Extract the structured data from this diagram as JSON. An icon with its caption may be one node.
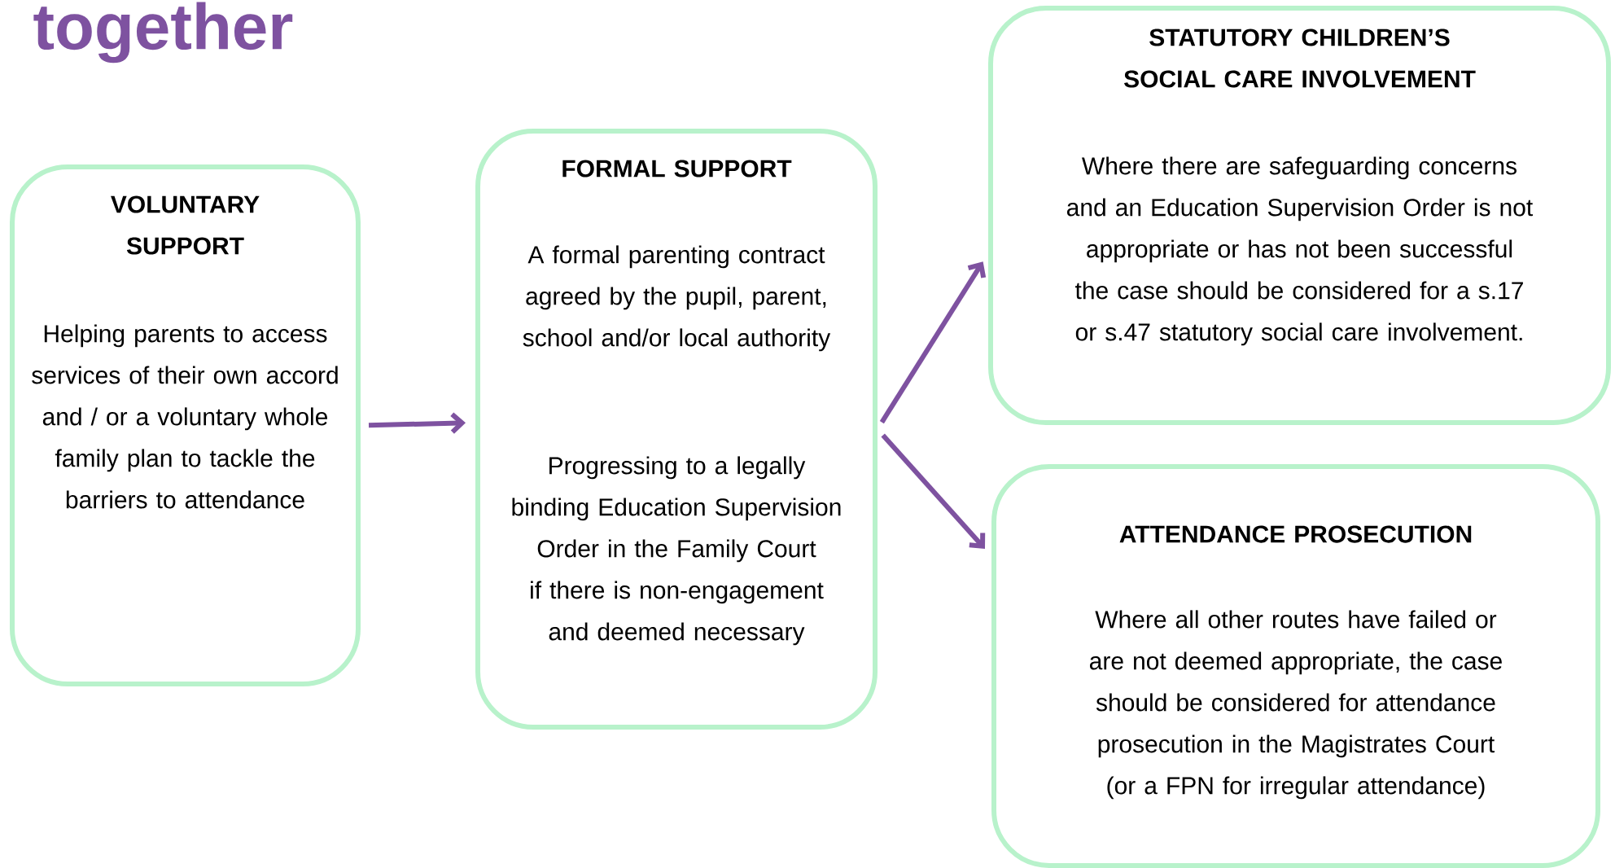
{
  "diagram": {
    "title": "together",
    "nodes": [
      {
        "text": [
          "VOLUNTARY SUPPORT",
          "Helping parents to access services of their own accord and / or a voluntary whole family plan to tackle the barriers to attendance"
        ]
      },
      {
        "text": [
          "FORMAL SUPPORT",
          "A formal parenting contract agreed by the pupil, parent, school and/or local authority",
          "Progressing to a legally binding Education Supervision Order in the Family Court if there is non-engagement and deemed necessary"
        ]
      },
      {
        "text": [
          "STATUTORY CHILDREN’S SOCIAL CARE INVOLVEMENT",
          "Where there are safeguarding concerns and an Education Supervision Order is not appropriate or has not been successful the case should be considered for a s.17 or s.47 statutory social care involvement."
        ]
      },
      {
        "text": [
          "ATTENDANCE PROSECUTION",
          "Where all other routes have failed or are not deemed appropriate, the case should be considered for attendance prosecution in the Magistrates Court (or a FPN for irregular attendance)"
        ]
      }
    ],
    "edges": [
      {
        "from": 0,
        "to": 1,
        "arrow": "to"
      },
      {
        "from": 1,
        "to": 2,
        "arrow": "to"
      },
      {
        "from": 1,
        "to": 3,
        "arrow": "to"
      }
    ]
  }
}
